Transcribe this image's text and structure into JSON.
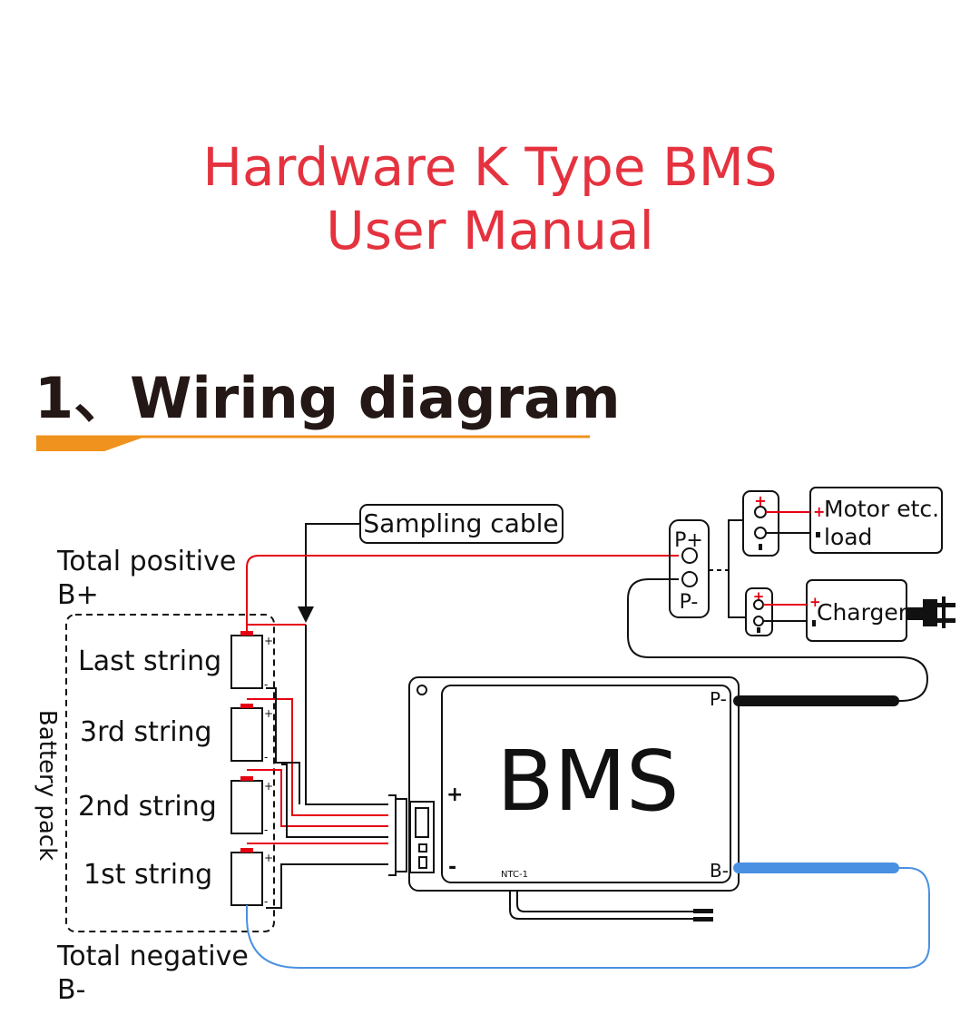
{
  "header": {
    "title_line1": "Hardware K Type BMS",
    "title_line2": "User Manual"
  },
  "section": {
    "heading": "1、Wiring diagram"
  },
  "diagram": {
    "sampling_cable": "Sampling cable",
    "total_positive": "Total positive",
    "b_plus": "B+",
    "total_negative": "Total negative",
    "b_minus": "B-",
    "battery_pack": "Battery pack",
    "strings": [
      "Last string",
      "3rd string",
      "2nd string",
      "1st string"
    ],
    "bms_label": "BMS",
    "bms_p_minus": "P-",
    "bms_b_minus": "B-",
    "bms_plus": "+",
    "bms_minus": "-",
    "ntc": "NTC-1",
    "p_plus": "P+",
    "p_minus": "P-",
    "motor": "Motor etc.",
    "load": "load",
    "charger": "Charger",
    "plus_sign": "+",
    "minus_sign": "-"
  },
  "colors": {
    "title": "#e5323f",
    "heading": "#231815",
    "underline": "#f0921e",
    "positive_wire": "#e60012",
    "negative_wire": "#4a90e2",
    "lines": "#111111"
  }
}
